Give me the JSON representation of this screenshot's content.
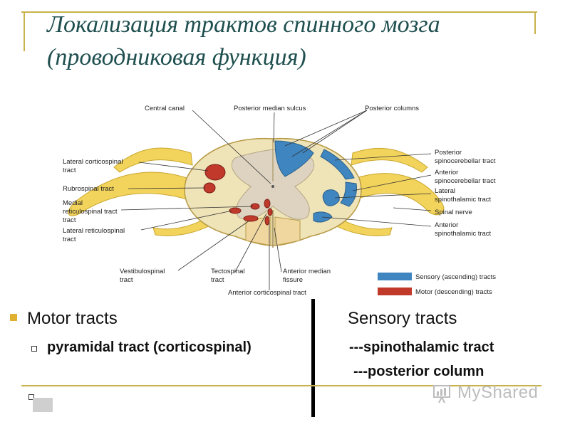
{
  "slide": {
    "title_line1": "Локализация трактов спинного мозга",
    "title_line2": "(проводниковая функция)"
  },
  "diagram": {
    "labels": {
      "central_canal": "Central canal",
      "posterior_median_sulcus": "Posterior median sulcus",
      "posterior_columns": "Posterior columns",
      "lateral_corticospinal_1": "Lateral corticospinal",
      "lateral_corticospinal_2": "tract",
      "rubrospinal": "Rubrospinal tract",
      "medial_reticulospinal_1": "Medial",
      "medial_reticulospinal_2": "reticulospinal tract",
      "medial_reticulospinal_3": "tract",
      "lateral_reticulospinal_1": "Lateral reticulospinal",
      "lateral_reticulospinal_2": "tract",
      "vestibulospinal_1": "Vestibulospinal",
      "vestibulospinal_2": "tract",
      "tectospinal_1": "Tectospinal",
      "tectospinal_2": "tract",
      "anterior_median_1": "Anterior median",
      "anterior_median_2": "fissure",
      "anterior_corticospinal": "Anterior corticospinal tract",
      "posterior_spinocerebellar_1": "Posterior",
      "posterior_spinocerebellar_2": "spinocerebellar tract",
      "anterior_spinocerebellar_1": "Anterior",
      "anterior_spinocerebellar_2": "spinocerebellar tract",
      "lateral_spinothalamic_1": "Lateral",
      "lateral_spinothalamic_2": "spinothalamic tract",
      "spinal_nerve": "Spinal nerve",
      "anterior_spinothalamic_1": "Anterior",
      "anterior_spinothalamic_2": "spinothalamic tract"
    },
    "legend": {
      "sensory": "Sensory (ascending) tracts",
      "motor": "Motor (descending) tracts"
    },
    "colors": {
      "sensory": "#3f86c0",
      "motor": "#c0392b",
      "white_matter": "#efe3b8",
      "gray_matter": "#ddd3c0",
      "nerve": "#f2d35c"
    }
  },
  "body": {
    "motor_heading": "Motor tracts",
    "sensory_heading": "Sensory tracts",
    "pyramidal": "pyramidal tract (corticospinal)",
    "spinothalamic": "---spinothalamic tract",
    "posterior_column": "---posterior column"
  },
  "watermark": "MyShared"
}
